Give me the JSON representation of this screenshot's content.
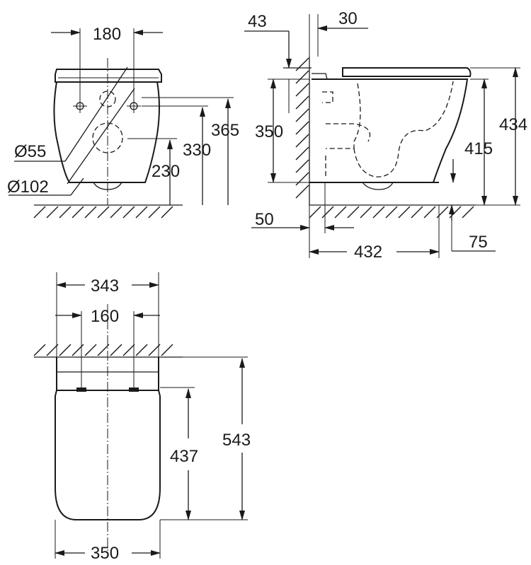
{
  "front_view": {
    "width_fixing_holes": "180",
    "height_top": "365",
    "height_fixing": "330",
    "height_outlet": "230",
    "diameter_small": "Ø55",
    "diameter_large": "Ø102"
  },
  "side_view": {
    "offset_top": "43",
    "offset_seat": "30",
    "height_fixing": "350",
    "height_rim": "415",
    "height_seat": "434",
    "offset_bottom": "50",
    "length": "432",
    "offset_front": "75"
  },
  "top_view": {
    "width_seat": "343",
    "width_fixing": "160",
    "depth_bowl": "437",
    "depth_total": "543",
    "width_bowl": "350"
  }
}
